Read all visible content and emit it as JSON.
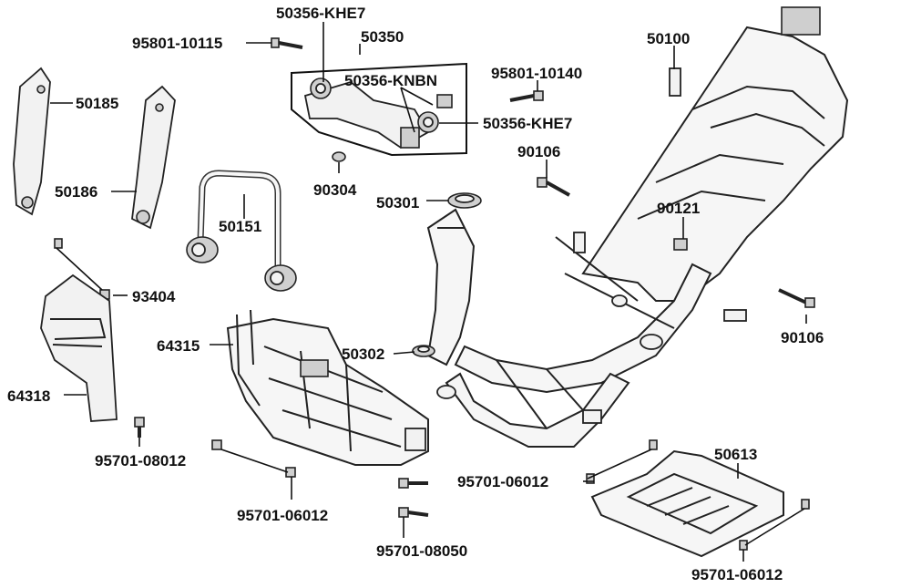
{
  "callouts": [
    {
      "id": "c1",
      "text": "50356-KHE7"
    },
    {
      "id": "c2",
      "text": "95801-10115"
    },
    {
      "id": "c3",
      "text": "50350"
    },
    {
      "id": "c4",
      "text": "50100"
    },
    {
      "id": "c5",
      "text": "50356-KNBN"
    },
    {
      "id": "c6",
      "text": "95801-10140"
    },
    {
      "id": "c7",
      "text": "50185"
    },
    {
      "id": "c8",
      "text": "50356-KHE7"
    },
    {
      "id": "c9",
      "text": "90106"
    },
    {
      "id": "c10",
      "text": "50186"
    },
    {
      "id": "c11",
      "text": "90304"
    },
    {
      "id": "c12",
      "text": "50301"
    },
    {
      "id": "c13",
      "text": "90121"
    },
    {
      "id": "c14",
      "text": "50151"
    },
    {
      "id": "c15",
      "text": "93404"
    },
    {
      "id": "c16",
      "text": "90106"
    },
    {
      "id": "c17",
      "text": "64315"
    },
    {
      "id": "c18",
      "text": "50302"
    },
    {
      "id": "c19",
      "text": "64318"
    },
    {
      "id": "c20",
      "text": "95701-08012"
    },
    {
      "id": "c21",
      "text": "50613"
    },
    {
      "id": "c22",
      "text": "95701-06012"
    },
    {
      "id": "c23",
      "text": "95701-06012"
    },
    {
      "id": "c24",
      "text": "95701-08050"
    },
    {
      "id": "c25",
      "text": "95701-06012"
    }
  ]
}
